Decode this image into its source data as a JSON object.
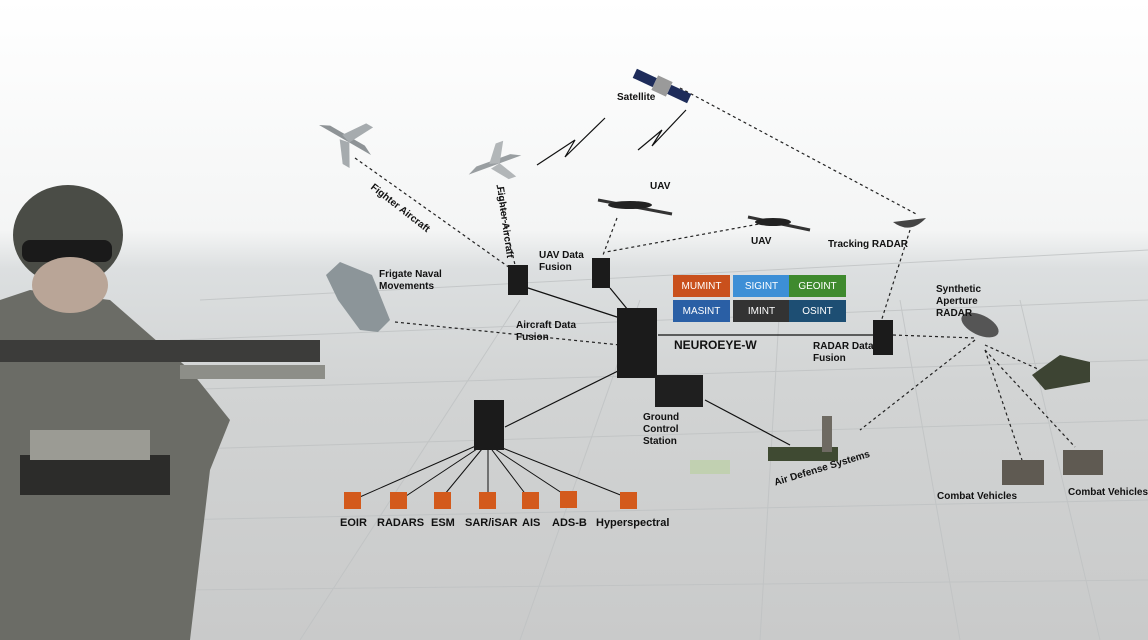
{
  "diagram": {
    "hub_label": "NEUROEYE-W",
    "nodes": {
      "satellite": "Satellite",
      "fighter_1": "Fighter Aircraft",
      "fighter_2": "Fighter Aircraft",
      "uav_1": "UAV",
      "uav_2": "UAV",
      "uav_data_fusion": "UAV Data Fusion",
      "frigate": "Frigate Naval Movements",
      "aircraft_data_fusion": "Aircraft Data Fusion",
      "tracking_radar": "Tracking RADAR",
      "sar": "Synthetic Aperture RADAR",
      "radar_data_fusion": "RADAR Data Fusion",
      "ground_control": "Ground Control Station",
      "air_defense": "Air Defense Systems",
      "combat_vehicles_1": "Combat Vehicles",
      "combat_vehicles_2": "Combat Vehicles"
    },
    "intel_grid": [
      {
        "label": "MUMINT",
        "color": "#c9501c"
      },
      {
        "label": "SIGINT",
        "color": "#3d8fd6"
      },
      {
        "label": "GEOINT",
        "color": "#3f8a2e"
      },
      {
        "label": "MASINT",
        "color": "#2a5fa5"
      },
      {
        "label": "IMINT",
        "color": "#333333"
      },
      {
        "label": "OSINT",
        "color": "#1d4e73"
      }
    ],
    "sensors": [
      "EOIR",
      "RADARS",
      "ESM",
      "SAR/iSAR",
      "AIS",
      "ADS-B",
      "Hyperspectral"
    ],
    "sensor_color": "#d35a1c"
  }
}
